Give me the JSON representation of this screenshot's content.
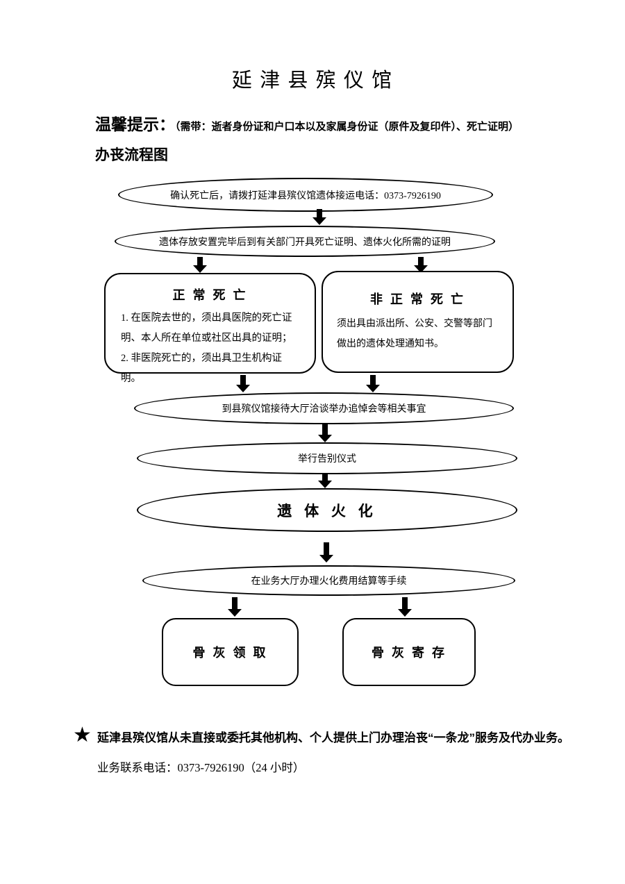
{
  "title": "延 津 县 殡 仪 馆",
  "tip": {
    "label": "温馨提示：",
    "content": "（需带：逝者身份证和户口本以及家属身份证（原件及复印件）、死亡证明）"
  },
  "heading": "办丧流程图",
  "flow": {
    "report_call": "确认死亡后，请拨打延津县殡仪馆遗体接运电话：0373-7926190",
    "obtain_certificates": "遗体存放安置完毕后到有关部门开具死亡证明、遗体火化所需的证明",
    "normal_death": {
      "title": "正 常 死 亡",
      "items": [
        "1. 在医院去世的，须出具医院的死亡证明、本人所在单位或社区出具的证明；",
        "2. 非医院死亡的，须出具卫生机构证明。"
      ]
    },
    "abnormal_death": {
      "title": "非 正 常 死 亡",
      "body": "须出具由派出所、公安、交警等部门做出的遗体处理通知书。"
    },
    "arrange_memorial": "到县殡仪馆接待大厅洽谈举办追悼会等相关事宜",
    "farewell_ceremony": "举行告别仪式",
    "cremation": "遗 体 火 化",
    "settle_fees": "在业务大厅办理火化费用结算等手续",
    "ash_collection": "骨 灰 领 取",
    "ash_storage": "骨 灰 寄 存"
  },
  "footer": {
    "star": "★",
    "notice": "延津县殡仪馆从未直接或委托其他机构、个人提供上门办理治丧“一条龙”服务及代办业务。",
    "phone": "业务联系电话：0373-7926190（24 小时）"
  }
}
